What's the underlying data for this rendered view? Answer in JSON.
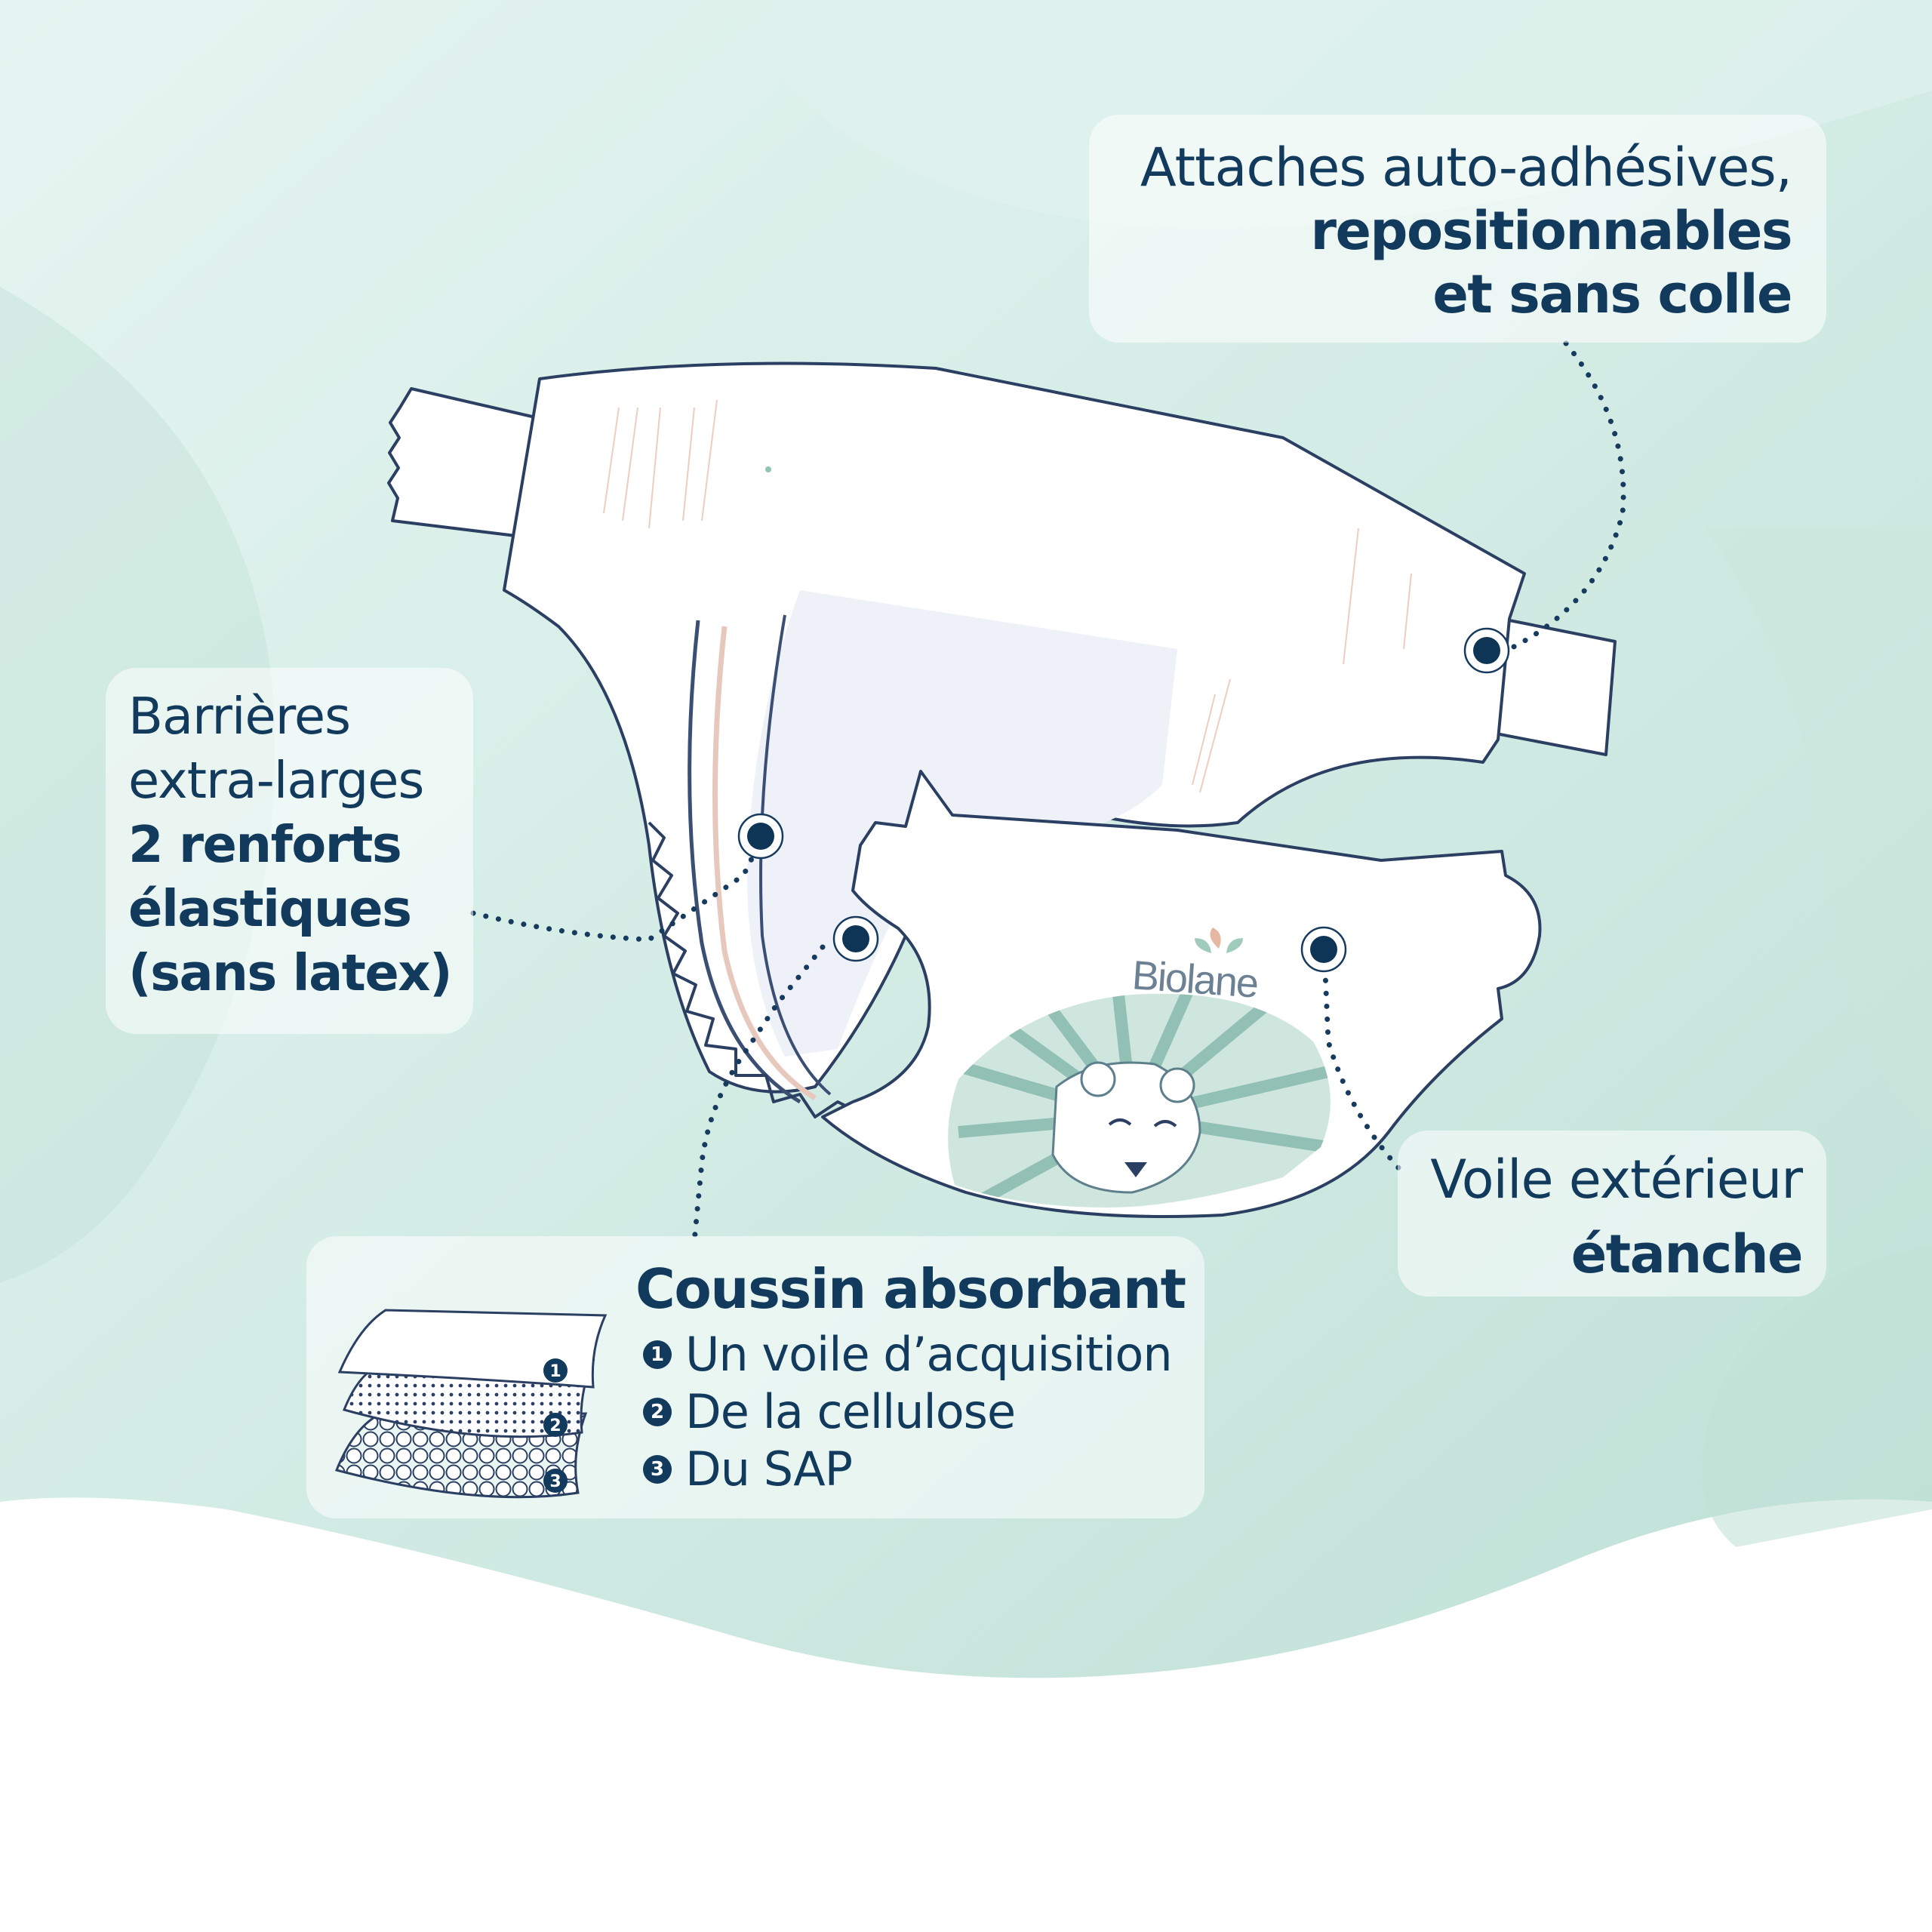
{
  "callouts": {
    "fasteners": {
      "line1": "Attaches auto-adhésives,",
      "line2": "repositionnables",
      "line3": "et sans colle"
    },
    "barriers": {
      "line1": "Barrières",
      "line2": "extra-larges",
      "line3": "2 renforts",
      "line4": "élastiques",
      "line5": "(sans latex)"
    },
    "outer_veil": {
      "line1": "Voile extérieur",
      "line2": "étanche"
    },
    "absorbent_pad": {
      "title": "Coussin absorbant",
      "items": [
        {
          "num": "1",
          "label": "Un voile d’acquisition"
        },
        {
          "num": "2",
          "label": "De la cellulose"
        },
        {
          "num": "3",
          "label": "Du SAP"
        }
      ]
    }
  },
  "brand": "Biolane",
  "colors": {
    "text": "#123a5c",
    "background_mint": "#cfe9e2",
    "marker": "#0f3556",
    "lion_green": "#b9d9cf"
  }
}
